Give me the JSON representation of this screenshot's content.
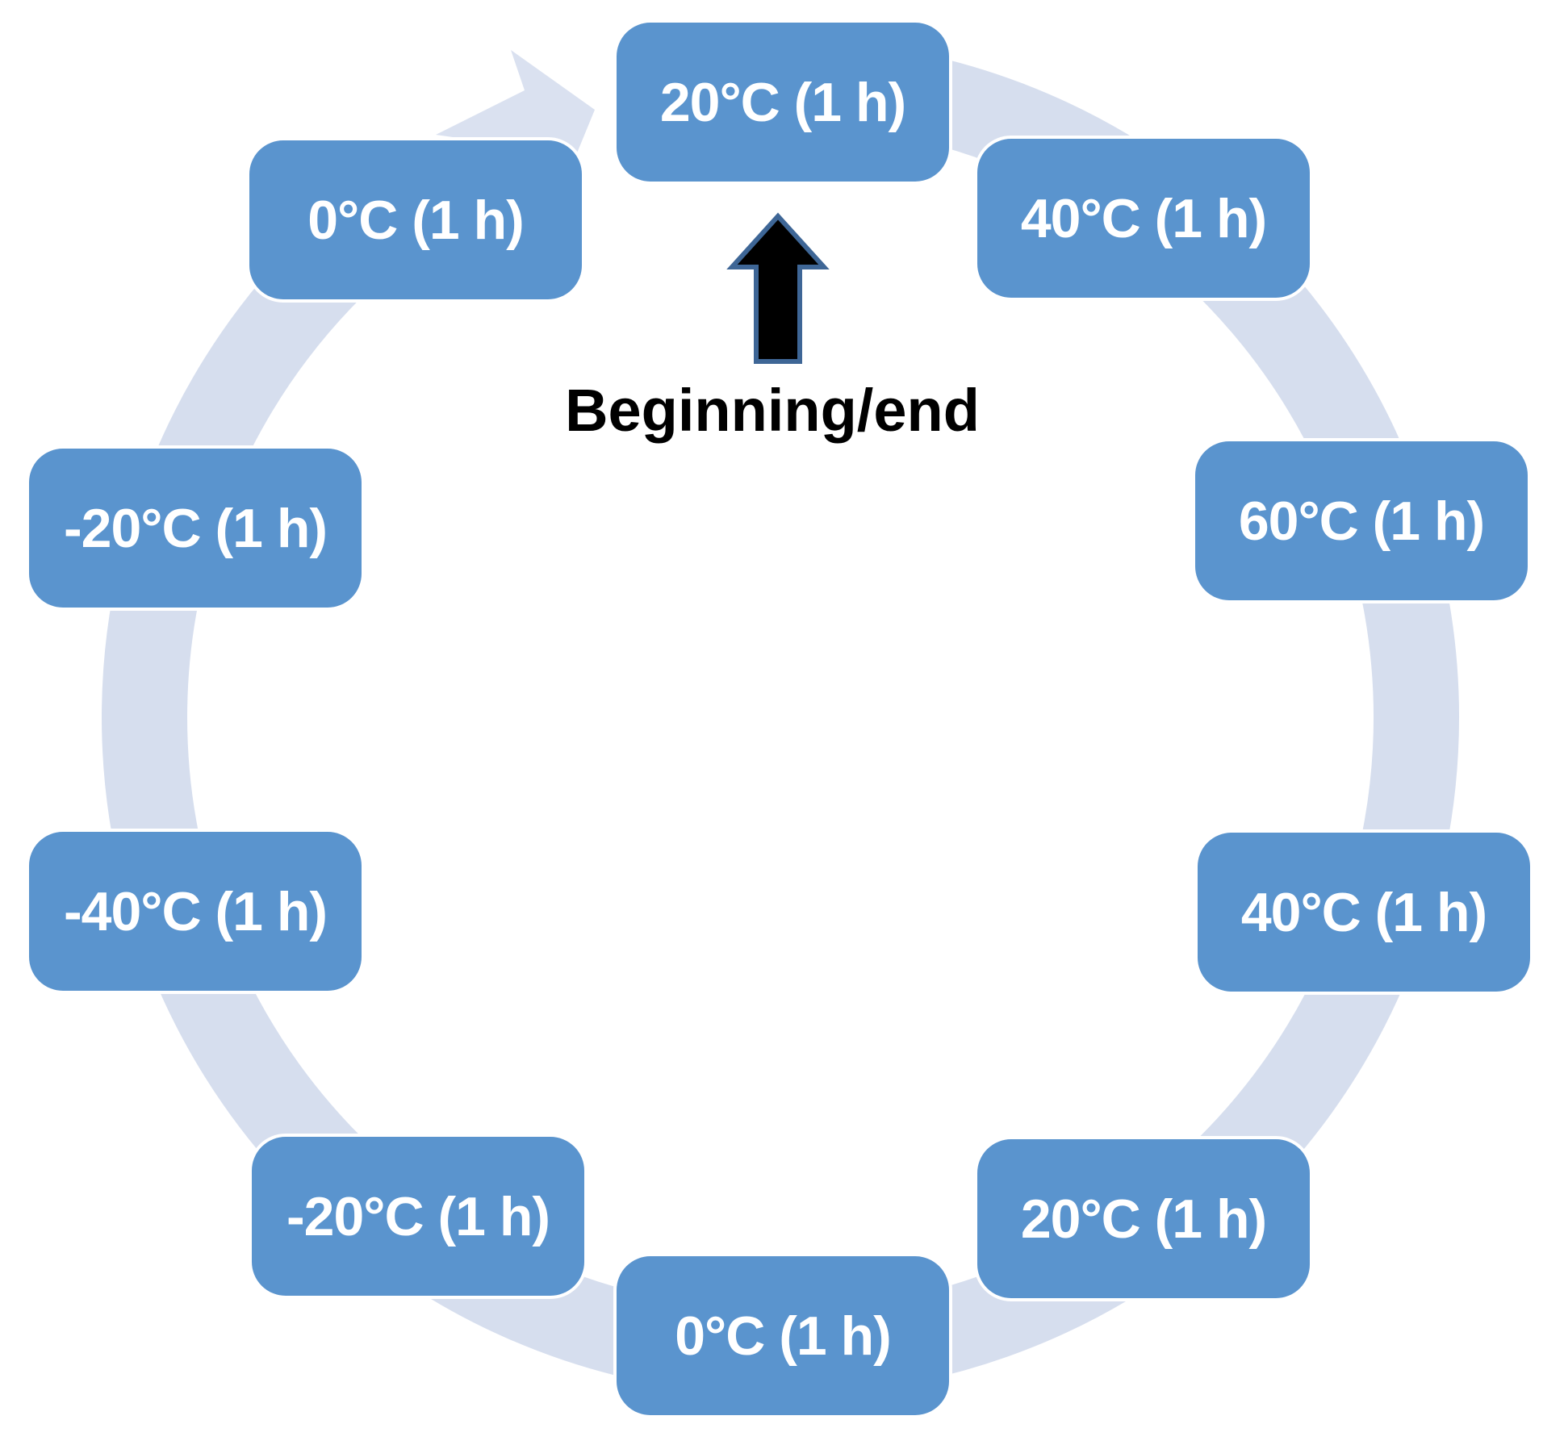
{
  "diagram": {
    "type": "cycle",
    "direction": "clockwise",
    "annotation": {
      "label": "Beginning/end",
      "points_to": "20°C (1 h)"
    },
    "steps": [
      {
        "position": "top",
        "label": "20°C (1 h)"
      },
      {
        "position": "top-right",
        "label": "40°C (1 h)"
      },
      {
        "position": "right-upper",
        "label": "60°C (1 h)"
      },
      {
        "position": "right-lower",
        "label": "40°C (1 h)"
      },
      {
        "position": "bottom-right",
        "label": "20°C (1 h)"
      },
      {
        "position": "bottom",
        "label": "0°C (1 h)"
      },
      {
        "position": "bottom-left",
        "label": "-20°C (1 h)"
      },
      {
        "position": "left-lower",
        "label": "-40°C (1 h)"
      },
      {
        "position": "left-upper",
        "label": "-20°C (1 h)"
      },
      {
        "position": "top-left",
        "label": "0°C (1 h)"
      }
    ],
    "colors": {
      "step_fill": "#5A94CE",
      "step_text": "#FFFFFF",
      "ring_fill": "#D6DEEE",
      "ring_arrowhead_fill": "#DAE1F0",
      "arrow_fill": "#000000",
      "arrow_outline": "#3E6696",
      "annotation_text": "#000000",
      "background": "#FFFFFF"
    }
  }
}
